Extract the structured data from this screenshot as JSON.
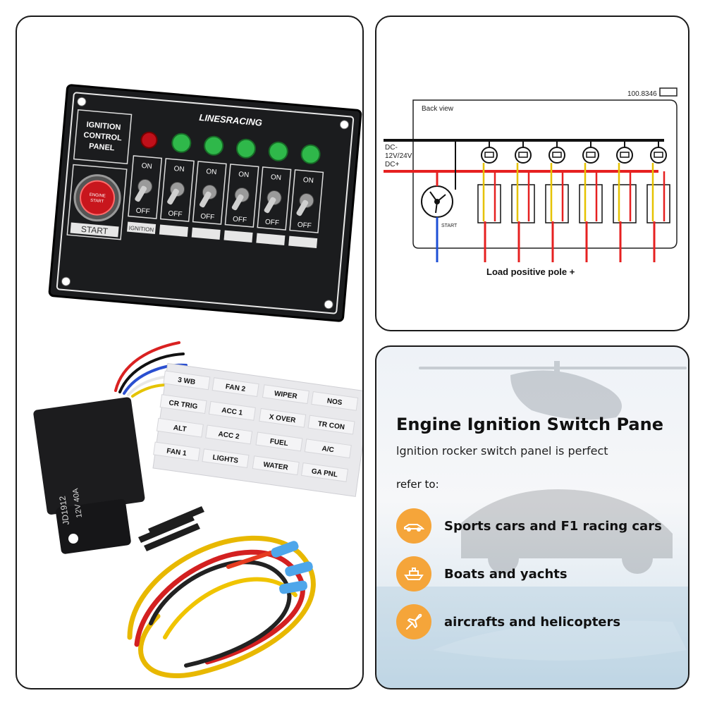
{
  "panel": {
    "brand": "LINESRACING",
    "title_lines": [
      "IGNITION",
      "CONTROL",
      "PANEL"
    ],
    "engine_button_lines": [
      "ENGINE",
      "START"
    ],
    "start_label": "START",
    "switch_on": "ON",
    "switch_off": "OFF",
    "ignition_label": "IGNITION"
  },
  "relay": {
    "rating": "12V 40A",
    "model": "JD1912"
  },
  "stickers": {
    "rows": [
      [
        "3 WB",
        "FAN 2",
        "WIPER",
        "NOS"
      ],
      [
        "CR TRIG",
        "ACC 1",
        "X OVER",
        "TR CON"
      ],
      [
        "ALT",
        "ACC 2",
        "FUEL",
        "A/C"
      ],
      [
        "FAN 1",
        "LIGHTS",
        "WATER",
        "GA PNL"
      ]
    ]
  },
  "diagram": {
    "model_code": "100.8346",
    "back_view": "Back view",
    "dc_minus": "DC-",
    "voltage": "12V/24V",
    "dc_plus": "DC+",
    "start": "START",
    "load_label": "Load positive pole +"
  },
  "info": {
    "title": "Engine Ignition Switch Pane",
    "subtitle": "lgnition rocker switch panel is perfect",
    "refer_to": "refer to:",
    "uses": [
      {
        "icon": "race-car-icon",
        "label": "Sports cars and F1 racing cars"
      },
      {
        "icon": "boat-icon",
        "label": "Boats and yachts"
      },
      {
        "icon": "airplane-icon",
        "label": "aircrafts and helicopters"
      }
    ],
    "accent_color": "#f5a53a"
  }
}
